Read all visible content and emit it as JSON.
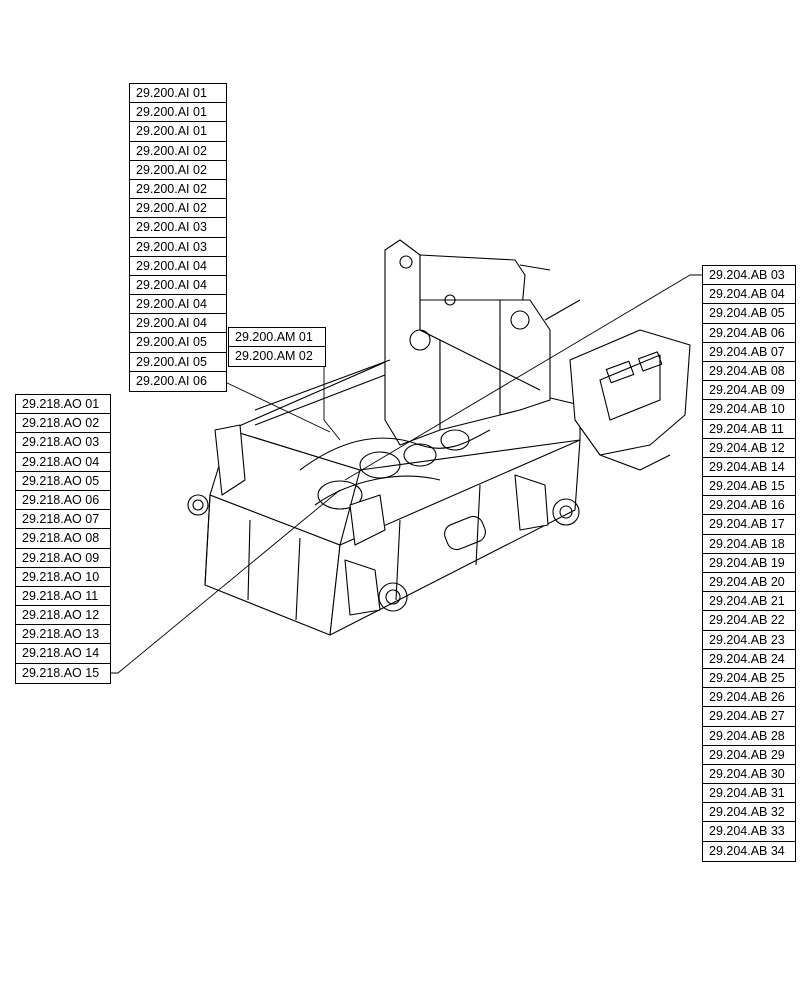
{
  "callouts": {
    "ai": [
      "29.200.AI 01",
      "29.200.AI 01",
      "29.200.AI 01",
      "29.200.AI 02",
      "29.200.AI 02",
      "29.200.AI 02",
      "29.200.AI 02",
      "29.200.AI 03",
      "29.200.AI 03",
      "29.200.AI 04",
      "29.200.AI 04",
      "29.200.AI 04",
      "29.200.AI 04",
      "29.200.AI 05",
      "29.200.AI 05",
      "29.200.AI 06"
    ],
    "am": [
      "29.200.AM 01",
      "29.200.AM 02"
    ],
    "ao": [
      "29.218.AO 01",
      "29.218.AO 02",
      "29.218.AO 03",
      "29.218.AO 04",
      "29.218.AO 05",
      "29.218.AO 06",
      "29.218.AO 07",
      "29.218.AO 08",
      "29.218.AO 09",
      "29.218.AO 10",
      "29.218.AO 11",
      "29.218.AO 12",
      "29.218.AO 13",
      "29.218.AO 14",
      "29.218.AO 15"
    ],
    "ab": [
      "29.204.AB 03",
      "29.204.AB 04",
      "29.204.AB 05",
      "29.204.AB 06",
      "29.204.AB 07",
      "29.204.AB 08",
      "29.204.AB 09",
      "29.204.AB 10",
      "29.204.AB 11",
      "29.204.AB 12",
      "29.204.AB 14",
      "29.204.AB 15",
      "29.204.AB 16",
      "29.204.AB 17",
      "29.204.AB 18",
      "29.204.AB 19",
      "29.204.AB 20",
      "29.204.AB 21",
      "29.204.AB 22",
      "29.204.AB 23",
      "29.204.AB 24",
      "29.204.AB 25",
      "29.204.AB 26",
      "29.204.AB 27",
      "29.204.AB 28",
      "29.204.AB 29",
      "29.204.AB 30",
      "29.204.AB 31",
      "29.204.AB 32",
      "29.204.AB 33",
      "29.204.AB 34"
    ]
  },
  "colors": {
    "line": "#000000",
    "background": "#ffffff"
  }
}
